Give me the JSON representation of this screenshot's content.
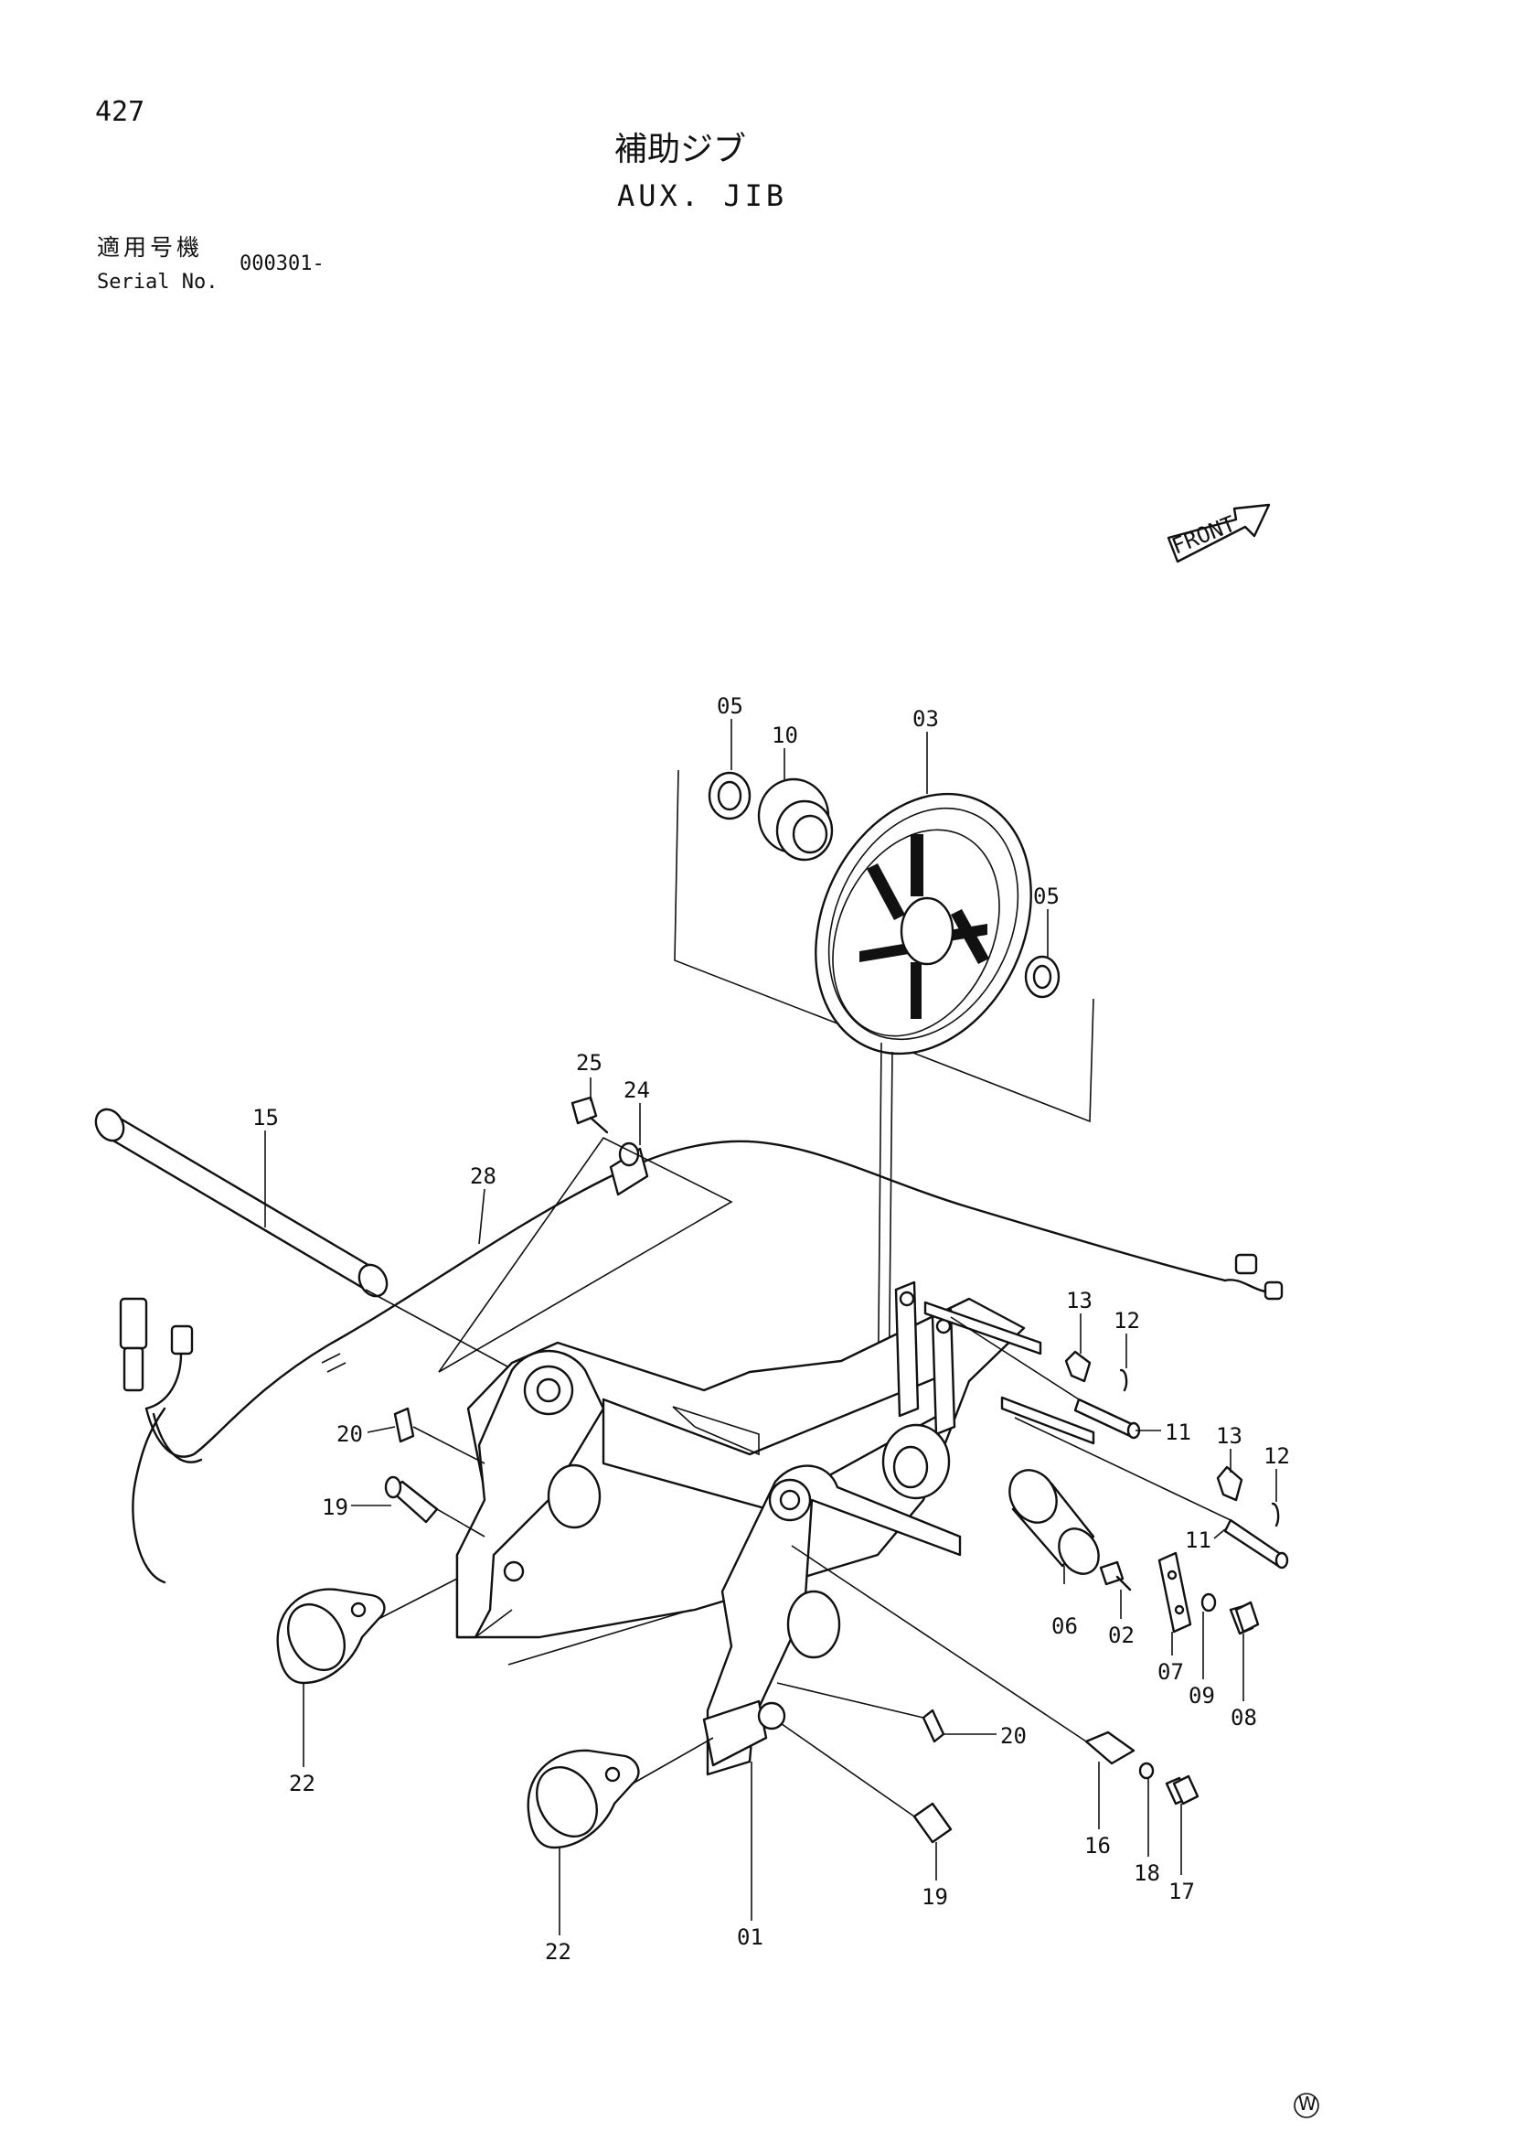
{
  "header": {
    "page_number": "427",
    "title_ja": "補助ジブ",
    "title_en": "AUX. JIB",
    "serial_label_ja": "適用号機",
    "serial_label_en": "Serial No.",
    "serial_value": "000301-"
  },
  "front_marker": {
    "label": "FRONT",
    "icon": "arrow-icon"
  },
  "callouts": [
    "05",
    "10",
    "03",
    "05",
    "25",
    "24",
    "15",
    "28",
    "13",
    "12",
    "11",
    "13",
    "12",
    "11",
    "20",
    "19",
    "06",
    "02",
    "07",
    "09",
    "08",
    "22",
    "20",
    "16",
    "18",
    "17",
    "01",
    "19",
    "22"
  ],
  "footer": {
    "mark": "W"
  },
  "colors": {
    "ink": "#111111",
    "paper": "#ffffff"
  }
}
